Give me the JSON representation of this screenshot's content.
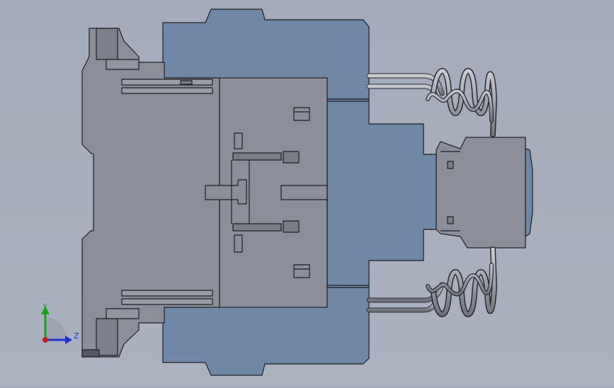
{
  "viewport": {
    "background": "#a8afbd",
    "model": "contactor-assembly",
    "colors": {
      "gray_body": "#8c8e99",
      "blue_body": "#6f88a8",
      "outline": "#1d1f24",
      "wire": "#9ea3ab"
    }
  },
  "triad": {
    "y_label": "Y",
    "z_label": "Z",
    "y_color": "#1aa01a",
    "z_color": "#2030c8",
    "origin_color": "#c81e1e"
  }
}
